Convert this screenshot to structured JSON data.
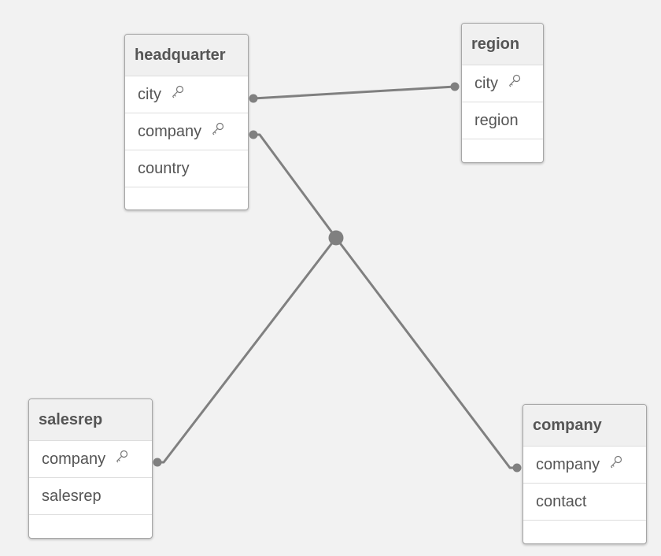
{
  "tables": {
    "headquarter": {
      "title": "headquarter",
      "fields": [
        {
          "label": "city",
          "key": true
        },
        {
          "label": "company",
          "key": true
        },
        {
          "label": "country",
          "key": false
        }
      ]
    },
    "region": {
      "title": "region",
      "fields": [
        {
          "label": "city",
          "key": true
        },
        {
          "label": "region",
          "key": false
        }
      ]
    },
    "salesrep": {
      "title": "salesrep",
      "fields": [
        {
          "label": "company",
          "key": true
        },
        {
          "label": "salesrep",
          "key": false
        }
      ]
    },
    "company": {
      "title": "company",
      "fields": [
        {
          "label": "company",
          "key": true
        },
        {
          "label": "contact",
          "key": false
        }
      ]
    }
  },
  "links": [
    {
      "from": "headquarter.city",
      "to": "region.city"
    },
    {
      "from": "headquarter.company",
      "to": "company.company",
      "via": "hub"
    },
    {
      "from": "salesrep.company",
      "to": "company.company",
      "via": "hub"
    }
  ],
  "colors": {
    "canvas": "#f2f2f2",
    "link": "#808080",
    "header_bg": "#f0f0f0",
    "text": "#555555"
  }
}
